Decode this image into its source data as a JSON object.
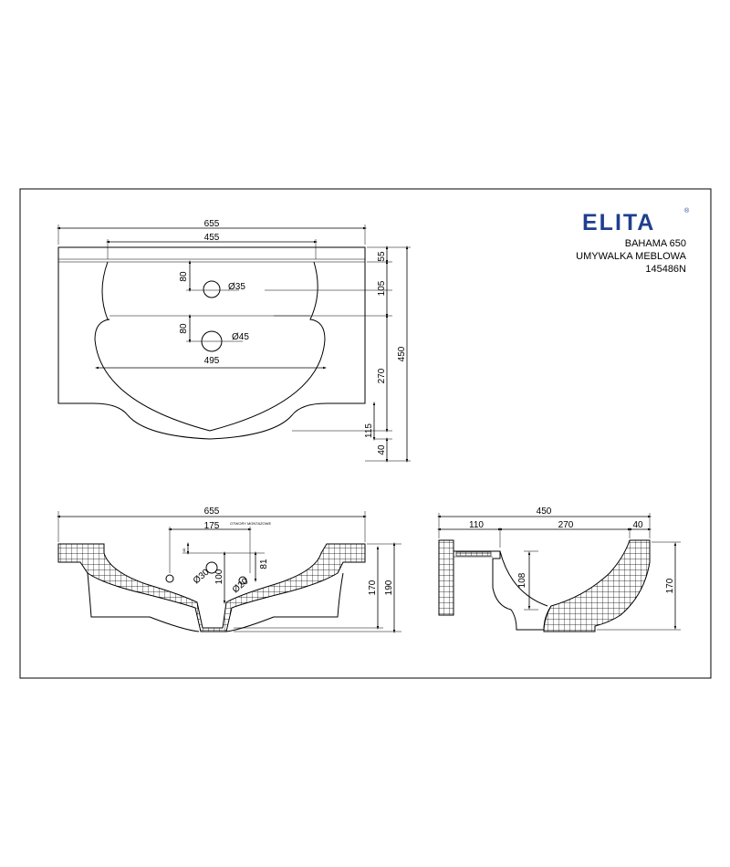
{
  "brand": {
    "logo_text": "ELITA",
    "logo_mark": "®",
    "logo_color": "#1f3f8f"
  },
  "title_block": {
    "model": "BAHAMA 650",
    "description": "UMYWALKA MEBLOWA",
    "code": "145486N"
  },
  "top_view": {
    "width_overall": "655",
    "width_inner": "455",
    "bowl_width": "495",
    "dim_80_a": "80",
    "dim_80_b": "80",
    "hole_a": "Ø35",
    "hole_b": "Ø45",
    "depth_total": "450",
    "rim_depth": "55",
    "to_tap_hole": "105",
    "bowl_depth": "270",
    "front_depth": "115",
    "front_lip": "40"
  },
  "front_view": {
    "width_overall": "655",
    "mount_spacing": "175",
    "mount_label": "OTWORY MONTAŻOWE",
    "dim_40": "40",
    "hole_30": "Ø30",
    "dim_100": "100",
    "hole_20": "Ø20",
    "dim_81": "81",
    "height_170": "170",
    "height_190": "190"
  },
  "side_view": {
    "depth_total": "450",
    "seg_110": "110",
    "seg_270": "270",
    "seg_40": "40",
    "drain_height": "108",
    "height_170": "170"
  }
}
